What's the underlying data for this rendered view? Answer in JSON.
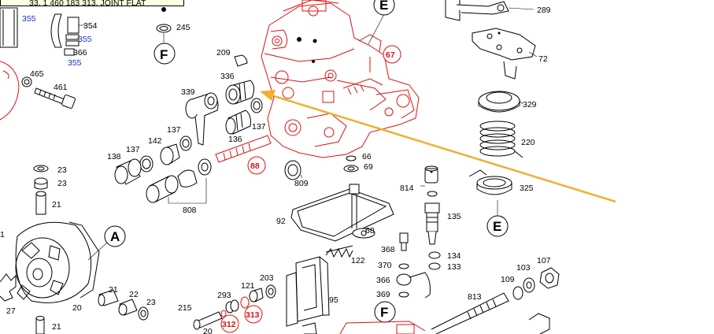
{
  "tooltip_text": "33,   1 460 183 313,   JOINT FLAT",
  "colors": {
    "red": "#e01010",
    "blue": "#1a2fd0",
    "arrow": "#f0b030",
    "tooltip": "#ffffe1"
  },
  "labels": {
    "p355a": "355",
    "p354": "354",
    "p355b": "355",
    "p366": "366",
    "p355c": "355",
    "p465": "465",
    "p461": "461",
    "p245": "245",
    "p209": "209",
    "p336": "336",
    "p339": "339",
    "p137a": "137",
    "p137b": "137",
    "p137c": "137",
    "p142": "142",
    "p136": "136",
    "p138": "138",
    "p808": "808",
    "p809": "809",
    "p289": "289",
    "p72": "72",
    "p329": "329",
    "p220": "220",
    "p325": "325",
    "p814": "814",
    "p135": "135",
    "p134": "134",
    "p133": "133",
    "p66": "66",
    "p69": "69",
    "p92": "92",
    "p68": "68",
    "p122": "122",
    "p368": "368",
    "p370": "370",
    "p366b": "366",
    "p369": "369",
    "p813": "813",
    "p109": "109",
    "p103": "103",
    "p107": "107",
    "p23a": "23",
    "p23b": "23",
    "p21a": "21",
    "p1": "1",
    "p21b": "21",
    "p22": "22",
    "p23c": "23",
    "p27": "27",
    "p20": "20",
    "p21c": "21",
    "p215": "215",
    "p20b": "20",
    "p293": "293",
    "p121": "121",
    "p203": "203",
    "p95": "95"
  },
  "red_labels": {
    "p67": "67",
    "p88": "88",
    "p312": "312",
    "p313": "313"
  },
  "callouts": {
    "E1": "E",
    "E2": "E",
    "F1": "F",
    "F2": "F",
    "A": "A"
  }
}
